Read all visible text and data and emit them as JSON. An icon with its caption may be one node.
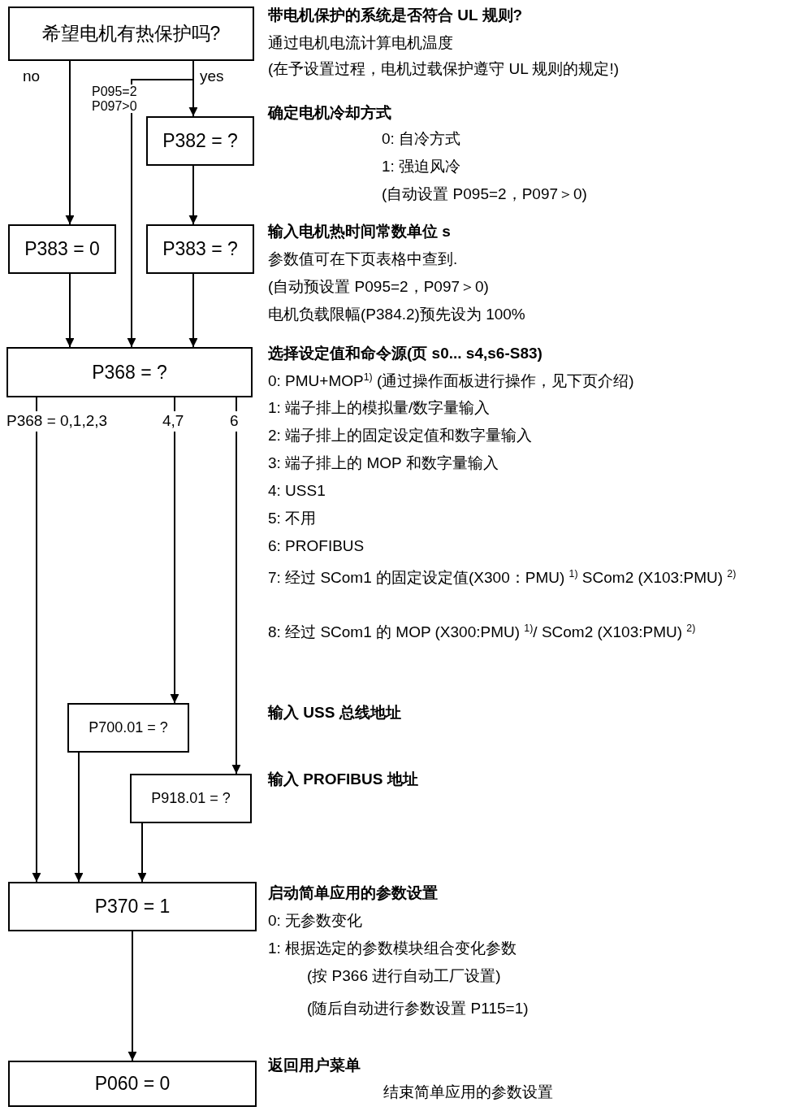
{
  "diagram": {
    "nodes": [
      {
        "text": [
          "希望电机有热保护吗?"
        ]
      },
      {
        "text": [
          "P382 = ?"
        ]
      },
      {
        "text": [
          "P383 = 0"
        ]
      },
      {
        "text": [
          "P383 = ?"
        ]
      },
      {
        "text": [
          "P368 = ?"
        ]
      },
      {
        "text": [
          "P700.01 = ?"
        ]
      },
      {
        "text": [
          "P918.01 = ?"
        ]
      },
      {
        "text": [
          "P370 = 1"
        ]
      },
      {
        "text": [
          "P060 = 0"
        ]
      }
    ],
    "edges": [
      {
        "from": 0,
        "to": 2,
        "arrow": "to",
        "label": "no"
      },
      {
        "from": 0,
        "to": 1,
        "arrow": "to",
        "label": "yes"
      },
      {
        "from": 0,
        "to": 4,
        "arrow": "to",
        "label": "P095=2 P097>0"
      },
      {
        "from": 1,
        "to": 3,
        "arrow": "to"
      },
      {
        "from": 2,
        "to": 4,
        "arrow": "to"
      },
      {
        "from": 3,
        "to": 4,
        "arrow": "to"
      },
      {
        "from": 4,
        "to": 7,
        "arrow": "to",
        "label": "P368 = 0,1,2,3"
      },
      {
        "from": 4,
        "to": 5,
        "arrow": "to",
        "label": "4,7"
      },
      {
        "from": 4,
        "to": 6,
        "arrow": "to",
        "label": "6"
      },
      {
        "from": 5,
        "to": 7,
        "arrow": "to"
      },
      {
        "from": 6,
        "to": 7,
        "arrow": "to"
      },
      {
        "from": 7,
        "to": 8,
        "arrow": "to"
      }
    ],
    "labels": [
      "带电机保护的系统是否符合 UL 规则?",
      "通过电机电流计算电机温度",
      "(在予设置过程，电机过载保护遵守 UL 规则的规定!)",
      "确定电机冷却方式",
      "0:  自冷方式",
      "1:  强迫风冷",
      "(自动设置 P095=2，P097＞0)",
      "输入电机热时间常数单位 s",
      "参数值可在下页表格中查到.",
      "(自动预设置 P095=2，P097＞0)",
      "电机负载限幅(P384.2)预先设为 100%",
      "选择设定值和命令源(页 s0... s4,s6-S83)",
      "0:  PMU+MOP$^{1)}$ (通过操作面板进行操作，见下页介绍)",
      "1:  端子排上的模拟量/数字量输入",
      "2:  端子排上的固定设定值和数字量输入",
      "3:  端子排上的 MOP 和数字量输入",
      "4:  USS1",
      "5:  不用",
      "6:  PROFIBUS",
      "7:  经过 SCom1 的固定设定值(X300：PMU) $^{1)}$ SCom2 (X103:PMU) $^{2)}$",
      "8:  经过 SCom1 的 MOP (X300:PMU) $^{1)}$/ SCom2 (X103:PMU) $^{2)}$",
      "输入 USS 总线地址",
      "输入 PROFIBUS 地址",
      "启动简单应用的参数设置",
      "0:  无参数变化",
      "1:  根据选定的参数模块组合变化参数",
      "(按 P366 进行自动工厂设置)",
      "(随后自动进行参数设置 P115=1)",
      "返回用户菜单",
      "结束简单应用的参数设置"
    ]
  }
}
